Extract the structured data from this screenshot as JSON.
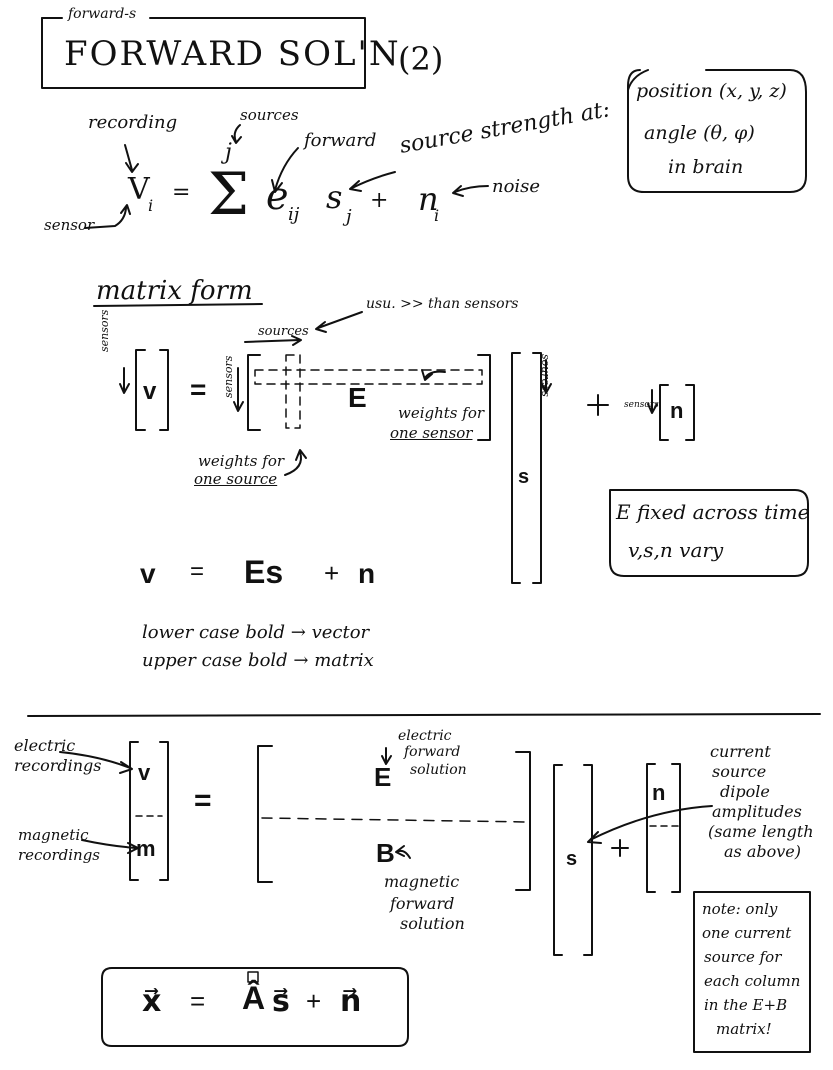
{
  "header": {
    "tab_label": "forward-s",
    "title": "FORWARD SOL'N",
    "page_number": "(2)"
  },
  "equation": {
    "recording": "recording",
    "sources": "sources",
    "forward": "forward",
    "source_strength": "source strength at:",
    "noise": "noise",
    "sensor": "sensor",
    "lhs": "V",
    "lhs_sub": "i",
    "equals": "=",
    "sum_top": "j",
    "term_e": "e",
    "term_e_sub": "ij",
    "term_s": "s",
    "term_s_sub": "j",
    "plus": "+",
    "term_n": "n",
    "term_n_sub": "i",
    "location_box": [
      "position (x, y, z)",
      "angle (θ, φ)",
      "in brain"
    ]
  },
  "matrix_form": {
    "heading": "matrix form",
    "usu_note": "usu. >> than sensors",
    "sources_label": "sources",
    "sensors_label_left": "sensors",
    "sensors_label_inner": "sensors",
    "v": "v",
    "equals": "=",
    "E": "E",
    "weights_one_sensor": [
      "weights for",
      "one sensor"
    ],
    "weights_one_source": [
      "weights for",
      "one source"
    ],
    "sources_label_right": "sources",
    "s": "s",
    "plus": "+",
    "sensors_label_n": "sensors",
    "n": "n",
    "fixed_box": [
      "E fixed across time",
      "v,s,n vary"
    ],
    "compact_eq": [
      "v",
      "=",
      "Es",
      "+",
      "n"
    ],
    "notes": [
      "lower case bold → vector",
      "upper case bold → matrix"
    ]
  },
  "combined": {
    "electric_recordings": [
      "electric",
      "recordings"
    ],
    "magnetic_recordings": [
      "magnetic",
      "recordings"
    ],
    "v": "v",
    "m": "m",
    "equals": "=",
    "E": "E",
    "B": "B",
    "electric_forward": [
      "electric",
      "forward",
      "solution"
    ],
    "magnetic_forward": [
      "magnetic",
      "forward",
      "solution"
    ],
    "s": "s",
    "plus": "+",
    "n": "n",
    "current_source": [
      "current",
      "source",
      "dipole",
      "amplitudes",
      "(same length",
      "as above)"
    ],
    "note": [
      "note: only",
      "one current",
      "source for",
      "each column",
      "in the E+B",
      "matrix!"
    ],
    "final_eq": [
      "x⃗",
      "=",
      "Â",
      "s⃗",
      "+",
      "n⃗"
    ]
  }
}
